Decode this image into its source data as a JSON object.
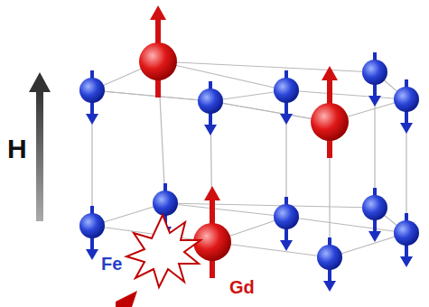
{
  "diagram": {
    "labels": [
      "H",
      "Fe",
      "Gd"
    ]
  }
}
